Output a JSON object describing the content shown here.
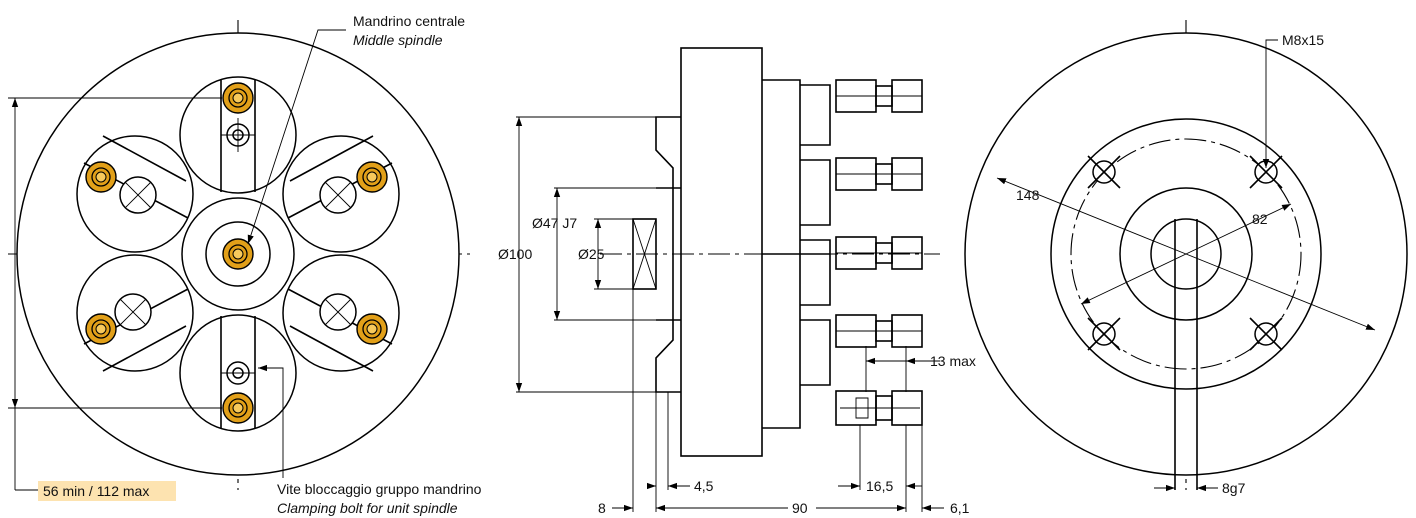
{
  "colors": {
    "bolt_fill": "#e2a019",
    "bolt_core": "#f7c95c",
    "highlight": "#fde3b0",
    "line": "#000000"
  },
  "callouts": {
    "middle_spindle_it": "Mandrino centrale",
    "middle_spindle_en": "Middle spindle",
    "clamping_bolt_it": "Vite bloccaggio gruppo mandrino",
    "clamping_bolt_en": "Clamping bolt for unit spindle",
    "range_label": "56 min / 112 max"
  },
  "side_view": {
    "dia_100": "Ø100",
    "dia_47": "Ø47 J7",
    "dia_25": "Ø25",
    "dim_13": "13 max",
    "dim_4_5": "4,5",
    "dim_16_5": "16,5",
    "dim_8": "8",
    "dim_90": "90",
    "dim_6_1": "6,1"
  },
  "end_view": {
    "thread": "M8x15",
    "dia_148": "148",
    "dia_82": "82",
    "key": "8g7"
  },
  "icons": [
    "bolt-icon",
    "arrow-icon"
  ]
}
